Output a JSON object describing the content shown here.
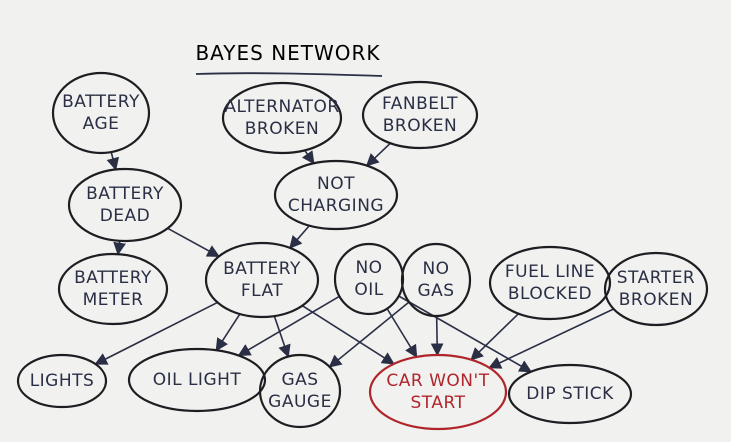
{
  "title": "BAYES NETWORK",
  "colors": {
    "ink": "#2a2f45",
    "highlight": "#b0252c",
    "paper": "#f1f1ef"
  },
  "nodes": [
    {
      "id": "battery-age",
      "lines": [
        "BATTERY",
        "AGE"
      ]
    },
    {
      "id": "alternator-broken",
      "lines": [
        "ALTERNATOR",
        "BROKEN"
      ]
    },
    {
      "id": "fanbelt-broken",
      "lines": [
        "FANBELT",
        "BROKEN"
      ]
    },
    {
      "id": "battery-dead",
      "lines": [
        "BATTERY",
        "DEAD"
      ]
    },
    {
      "id": "not-charging",
      "lines": [
        "NOT",
        "CHARGING"
      ]
    },
    {
      "id": "battery-meter",
      "lines": [
        "BATTERY",
        "METER"
      ]
    },
    {
      "id": "battery-flat",
      "lines": [
        "BATTERY",
        "FLAT"
      ]
    },
    {
      "id": "no-oil",
      "lines": [
        "NO",
        "OIL"
      ]
    },
    {
      "id": "no-gas",
      "lines": [
        "NO",
        "GAS"
      ]
    },
    {
      "id": "fuel-line-blocked",
      "lines": [
        "FUEL LINE",
        "BLOCKED"
      ]
    },
    {
      "id": "starter-broken",
      "lines": [
        "STARTER",
        "BROKEN"
      ]
    },
    {
      "id": "lights",
      "lines": [
        "LIGHTS"
      ]
    },
    {
      "id": "oil-light",
      "lines": [
        "OIL LIGHT"
      ]
    },
    {
      "id": "gas-gauge",
      "lines": [
        "GAS",
        "GAUGE"
      ]
    },
    {
      "id": "car-wont-start",
      "lines": [
        "CAR WON'T",
        "START"
      ],
      "highlight": true
    },
    {
      "id": "dip-stick",
      "lines": [
        "DIP STICK"
      ]
    }
  ],
  "edges": [
    [
      "battery-age",
      "battery-dead"
    ],
    [
      "alternator-broken",
      "not-charging"
    ],
    [
      "fanbelt-broken",
      "not-charging"
    ],
    [
      "battery-dead",
      "battery-meter"
    ],
    [
      "battery-dead",
      "battery-flat"
    ],
    [
      "not-charging",
      "battery-flat"
    ],
    [
      "battery-flat",
      "lights"
    ],
    [
      "battery-flat",
      "oil-light"
    ],
    [
      "battery-flat",
      "gas-gauge"
    ],
    [
      "battery-flat",
      "car-wont-start"
    ],
    [
      "no-oil",
      "oil-light"
    ],
    [
      "no-oil",
      "car-wont-start"
    ],
    [
      "no-oil",
      "dip-stick"
    ],
    [
      "no-gas",
      "gas-gauge"
    ],
    [
      "no-gas",
      "car-wont-start"
    ],
    [
      "fuel-line-blocked",
      "car-wont-start"
    ],
    [
      "starter-broken",
      "car-wont-start"
    ]
  ]
}
